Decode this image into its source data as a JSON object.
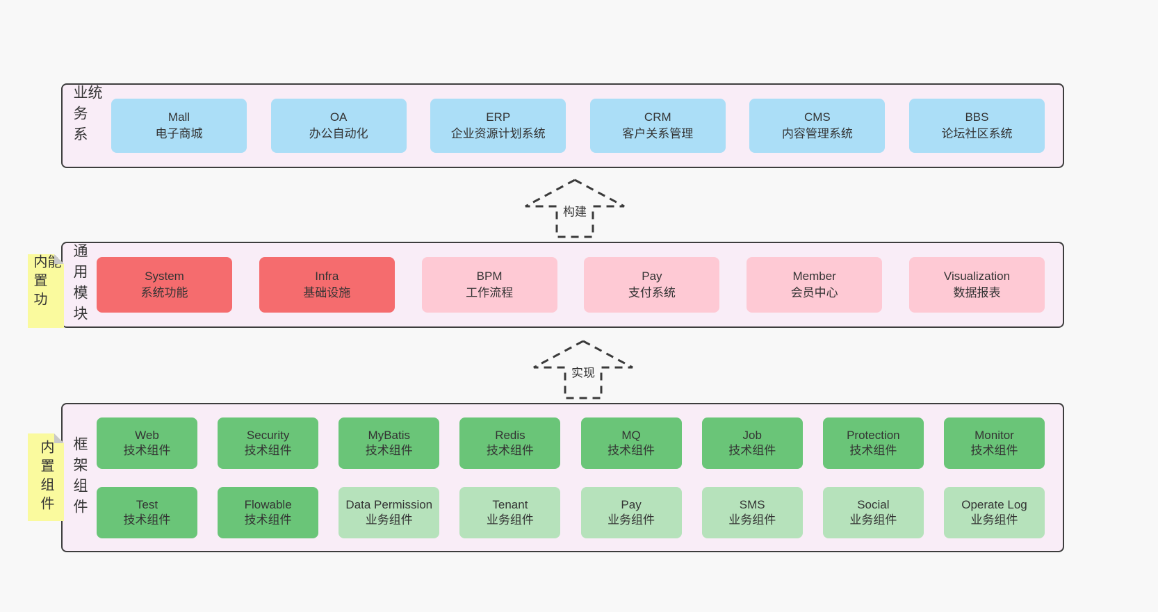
{
  "colors": {
    "page_bg": "#f8f8f8",
    "band_bg": "#f9edf7",
    "band_border": "#3d3d3d",
    "blue": "#abdef7",
    "red": "#f56c6e",
    "pink": "#fec9d4",
    "green_dark": "#6ac578",
    "green_light": "#b6e2bb",
    "sticky_yellow": "#fafa9e",
    "sticky_fold": "#c9c9c9",
    "arrow": "#3a3a3a",
    "text": "#383838"
  },
  "arrows": [
    {
      "label": "构建"
    },
    {
      "label": "实现"
    }
  ],
  "bands": [
    {
      "label": "业务系统",
      "rows": [
        [
          {
            "title": "Mall",
            "subtitle": "电子商城"
          },
          {
            "title": "OA",
            "subtitle": "办公自动化"
          },
          {
            "title": "ERP",
            "subtitle": "企业资源计划系统"
          },
          {
            "title": "CRM",
            "subtitle": "客户关系管理"
          },
          {
            "title": "CMS",
            "subtitle": "内容管理系统"
          },
          {
            "title": "BBS",
            "subtitle": "论坛社区系统"
          }
        ]
      ]
    },
    {
      "label": "通用模块",
      "sticky": "内置功能",
      "rows": [
        [
          {
            "title": "System",
            "subtitle": "系统功能"
          },
          {
            "title": "Infra",
            "subtitle": "基础设施"
          },
          {
            "title": "BPM",
            "subtitle": "工作流程"
          },
          {
            "title": "Pay",
            "subtitle": "支付系统"
          },
          {
            "title": "Member",
            "subtitle": "会员中心"
          },
          {
            "title": "Visualization",
            "subtitle": "数据报表"
          }
        ]
      ]
    },
    {
      "label": "框架组件",
      "sticky": "内置组件",
      "rows": [
        [
          {
            "title": "Web",
            "subtitle": "技术组件"
          },
          {
            "title": "Security",
            "subtitle": "技术组件"
          },
          {
            "title": "MyBatis",
            "subtitle": "技术组件"
          },
          {
            "title": "Redis",
            "subtitle": "技术组件"
          },
          {
            "title": "MQ",
            "subtitle": "技术组件"
          },
          {
            "title": "Job",
            "subtitle": "技术组件"
          },
          {
            "title": "Protection",
            "subtitle": "技术组件"
          },
          {
            "title": "Monitor",
            "subtitle": "技术组件"
          }
        ],
        [
          {
            "title": "Test",
            "subtitle": "技术组件"
          },
          {
            "title": "Flowable",
            "subtitle": "技术组件"
          },
          {
            "title": "Data Permission",
            "subtitle": "业务组件"
          },
          {
            "title": "Tenant",
            "subtitle": "业务组件"
          },
          {
            "title": "Pay",
            "subtitle": "业务组件"
          },
          {
            "title": "SMS",
            "subtitle": "业务组件"
          },
          {
            "title": "Social",
            "subtitle": "业务组件"
          },
          {
            "title": "Operate Log",
            "subtitle": "业务组件"
          }
        ]
      ]
    }
  ]
}
